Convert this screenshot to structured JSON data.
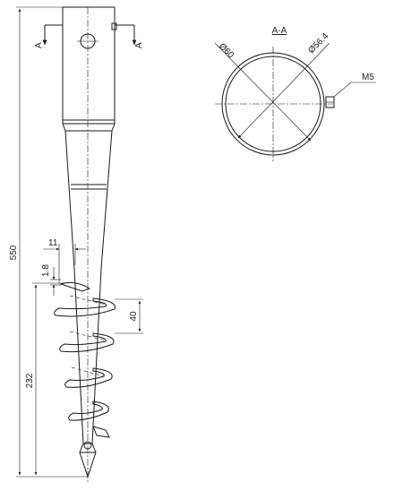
{
  "dimensions": {
    "total_length": "550",
    "thread_length": "232",
    "pitch": "40",
    "flange_thickness": "1.8",
    "offset": "11"
  },
  "section": {
    "title": "A-A",
    "outer_diameter": "Ø60",
    "inner_diameter": "Ø56.4",
    "bolt": "M5",
    "marker": "A"
  }
}
